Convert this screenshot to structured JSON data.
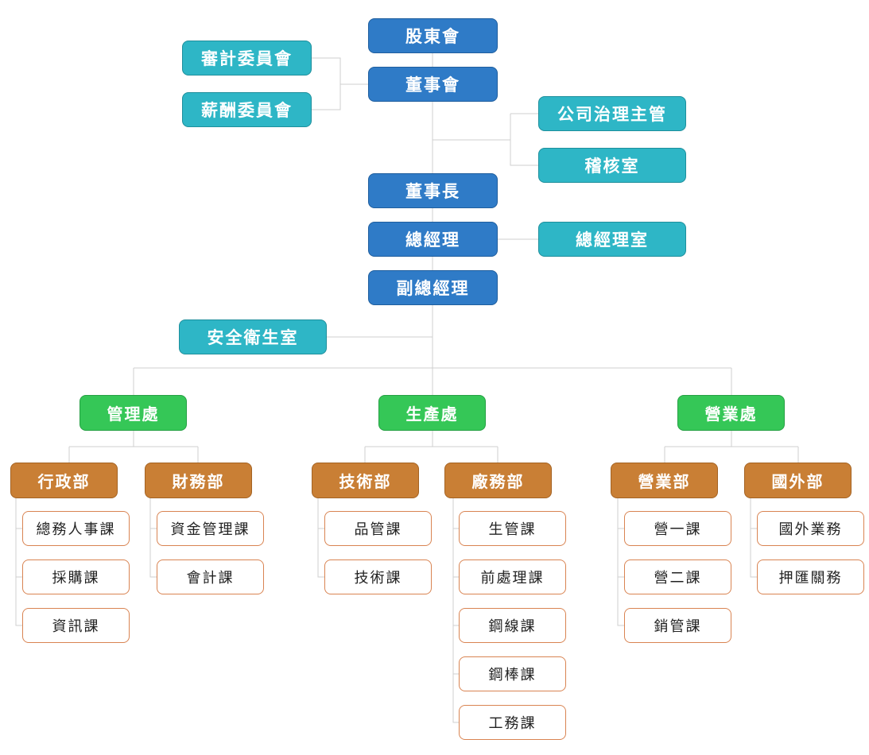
{
  "colors": {
    "board": "#2f7bc7",
    "staff": "#2eb6c6",
    "division": "#35c757",
    "department": "#c97f35",
    "section_border": "#d98452",
    "connector": "#cfcfcf"
  },
  "top": {
    "shareholders": "股東會",
    "board": "董事會",
    "chairman": "董事長",
    "gm": "總經理",
    "deputy_gm": "副總經理"
  },
  "staff": {
    "audit_committee": "審計委員會",
    "comp_committee": "薪酬委員會",
    "governance_officer": "公司治理主管",
    "internal_audit": "稽核室",
    "gm_office": "總經理室",
    "safety_office": "安全衛生室"
  },
  "divisions": {
    "admin": "管理處",
    "production": "生產處",
    "sales": "營業處"
  },
  "departments": {
    "administration": "行政部",
    "finance": "財務部",
    "technology": "技術部",
    "plant": "廠務部",
    "domestic_sales": "營業部",
    "foreign": "國外部"
  },
  "sections": {
    "administration": [
      "總務人事課",
      "採購課",
      "資訊課"
    ],
    "finance": [
      "資金管理課",
      "會計課"
    ],
    "technology": [
      "品管課",
      "技術課"
    ],
    "plant": [
      "生管課",
      "前處理課",
      "鋼線課",
      "鋼棒課",
      "工務課"
    ],
    "domestic_sales": [
      "營一課",
      "營二課",
      "銷管課"
    ],
    "foreign": [
      "國外業務",
      "押匯關務"
    ]
  }
}
